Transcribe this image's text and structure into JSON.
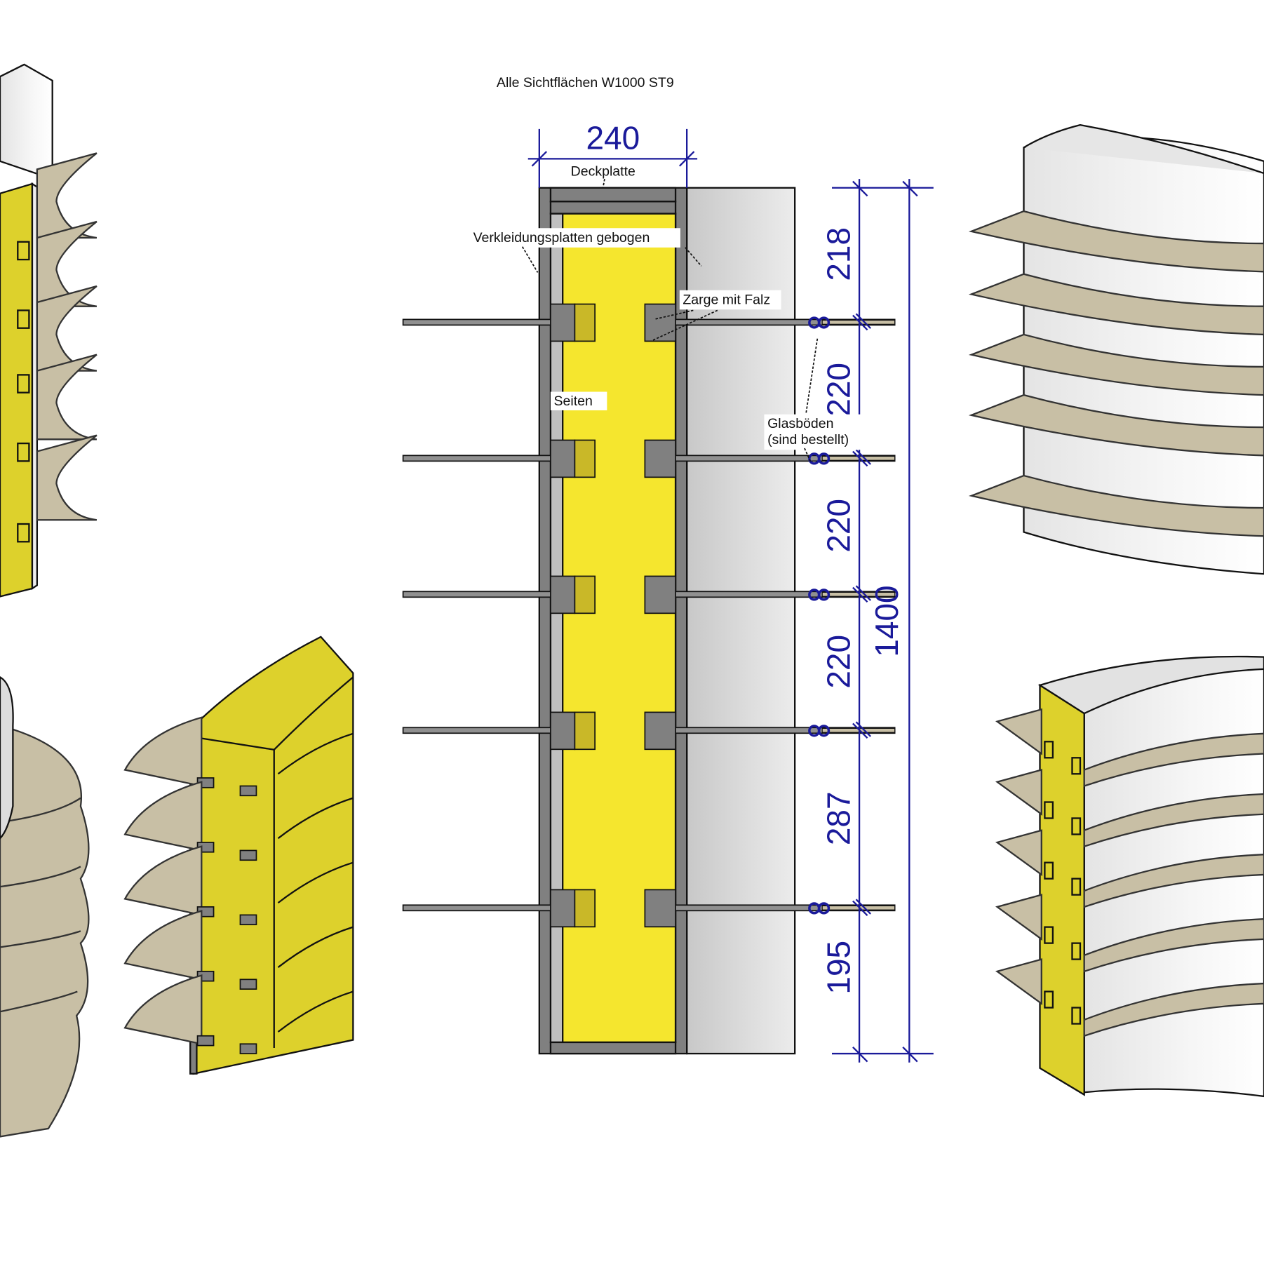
{
  "title": "Alle Sichtflächen W1000 ST9",
  "labels": {
    "top_plate": "Deckplatte",
    "cladding": "Verkleidungsplatten gebogen",
    "frame": "Zarge mit Falz",
    "sides": "Seiten",
    "glass_shelves_1": "Glasböden",
    "glass_shelves_2": "(sind bestellt)"
  },
  "dimensions": {
    "width": "240",
    "total_height": "1400",
    "segments": [
      "218",
      "220",
      "220",
      "220",
      "287",
      "195"
    ]
  },
  "colors": {
    "yellow": "#f5e62e",
    "dark_yellow": "#ddd12c",
    "dark_gray": "#808080",
    "light_gray": "#c0c0c0",
    "shelf": "#c8bfa5",
    "dimension_blue": "#1a1a9a"
  }
}
